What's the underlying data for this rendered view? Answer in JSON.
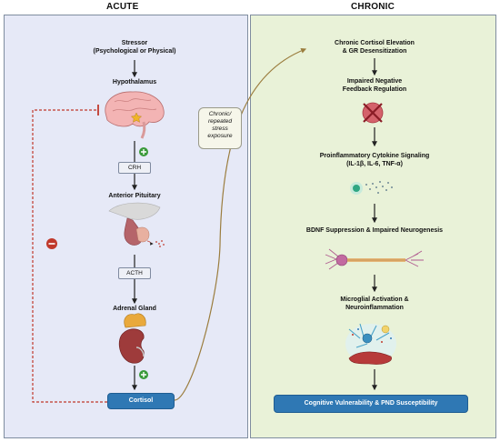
{
  "headers": {
    "acute": "ACUTE",
    "chronic": "CHRONIC"
  },
  "acute": {
    "stressor_line1": "Stressor",
    "stressor_line2": "(Psychological or Physical)",
    "hypothalamus": "Hypothalamus",
    "crh": "CRH",
    "anterior_pituitary": "Anterior Pituitary",
    "acth": "ACTH",
    "adrenal_gland": "Adrenal Gland",
    "cortisol": "Cortisol"
  },
  "callout": {
    "line1": "Chronic/",
    "line2": "repeated",
    "line3": "stress",
    "line4": "exposure"
  },
  "chronic": {
    "step1_line1": "Chronic Cortisol Elevation",
    "step1_line2": "& GR Desensitization",
    "step2_line1": "Impaired Negative",
    "step2_line2": "Feedback Regulation",
    "step3_line1": "Proinflammatory Cytokine Signaling",
    "step3_line2": "(IL-1β, IL-6, TNF-α)",
    "step4": "BDNF Suppression & Impaired Neurogenesis",
    "step5_line1": "Microglial Activation &",
    "step5_line2": "Neuroinflammation",
    "outcome": "Cognitive Vulnerability & PND Susceptibility"
  },
  "colors": {
    "acute_panel": "#e6e9f7",
    "chronic_panel": "#e9f2d8",
    "cortisol_pill": "#2f78b4",
    "feedback_line": "#c0392b",
    "plus_badge": "#3a9a3a",
    "curve": "#9b7d3e"
  },
  "icons": {
    "plus": "+",
    "minus": "−"
  }
}
